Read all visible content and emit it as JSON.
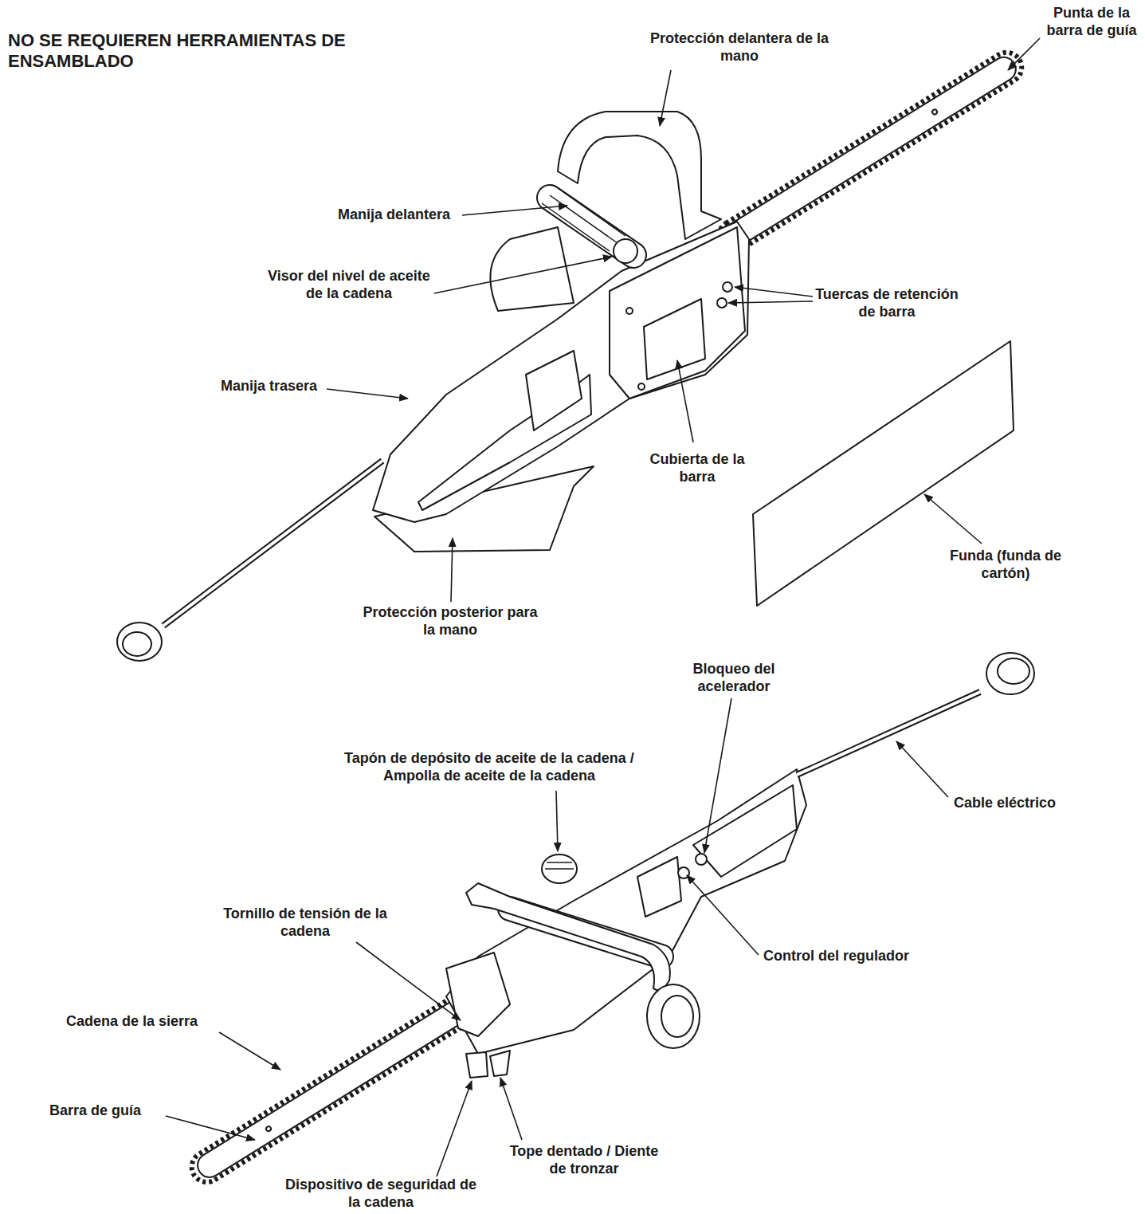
{
  "diagram": {
    "title": "NO SE REQUIEREN HERRAMIENTAS DE ENSAMBLADO",
    "labels": [
      "Protección delantera de la mano",
      "Punta de la barra de guía",
      "Manija delantera",
      "Visor del nivel de aceite de la cadena",
      "Tuercas de retención de barra",
      "Manija trasera",
      "Cubierta de la barra",
      "Funda (funda de cartón)",
      "Protección posterior para la mano",
      "Bloqueo del acelerador",
      "Tapón de depósito de aceite de la cadena / Ampolla de aceite de la cadena",
      "Cable eléctrico",
      "Tornillo de tensión de la cadena",
      "Control del regulador",
      "Cadena de la sierra",
      "Barra de guía",
      "Tope dentado / Diente de tronzar",
      "Dispositivo de seguridad de la cadena"
    ]
  }
}
